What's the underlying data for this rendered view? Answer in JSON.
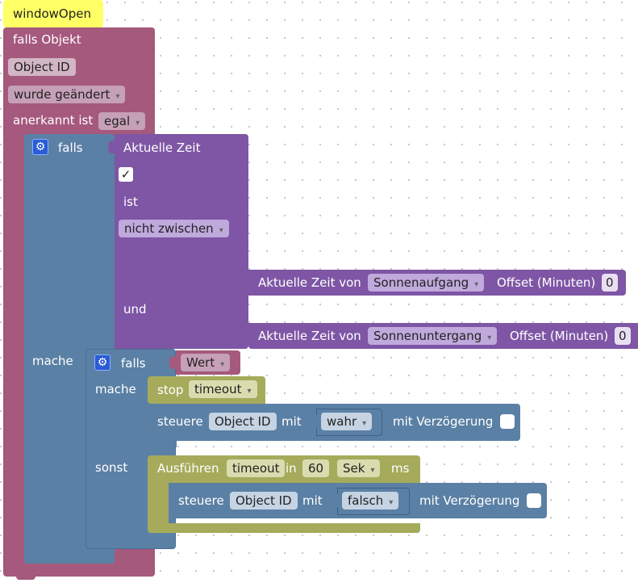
{
  "colors": {
    "event": "#a5597c",
    "logic": "#5b80a5",
    "time": "#7e56a5",
    "timer": "#a6ab5c",
    "hat": "#ffff66",
    "value": "#c29cbd"
  },
  "event_block": {
    "hat_label": "windowOpen",
    "title": "falls Objekt",
    "object_id": "Object ID",
    "trigger": "wurde geändert",
    "ack_label": "anerkannt ist",
    "ack_value": "egal"
  },
  "if_block": {
    "label": "falls",
    "do_label": "mache"
  },
  "time_block": {
    "title": "Aktuelle Zeit",
    "check": "✓",
    "is_label": "ist",
    "compare": "nicht zwischen",
    "and_label": "und",
    "sunrise_prefix": "Aktuelle Zeit von",
    "sunrise": "Sonnenaufgang",
    "offset_label": "Offset (Minuten)",
    "sunrise_offset": "0",
    "sunset_prefix": "Aktuelle Zeit von",
    "sunset": "Sonnenuntergang",
    "sunset_offset": "0"
  },
  "inner_if": {
    "label": "falls",
    "condition": "Wert",
    "do_label": "mache",
    "else_label": "sonst"
  },
  "stop_block": {
    "label": "stop",
    "timer": "timeout"
  },
  "control_true": {
    "label": "steuere",
    "object_id": "Object ID",
    "with_label": "mit",
    "value": "wahr",
    "delay_label": "mit Verzögerung"
  },
  "timeout_block": {
    "label": "Ausführen",
    "timer": "timeout",
    "in_label": "in",
    "amount": "60",
    "unit": "Sek",
    "unit_suffix": "ms"
  },
  "control_false": {
    "label": "steuere",
    "object_id": "Object ID",
    "with_label": "mit",
    "value": "falsch",
    "delay_label": "mit Verzögerung"
  }
}
